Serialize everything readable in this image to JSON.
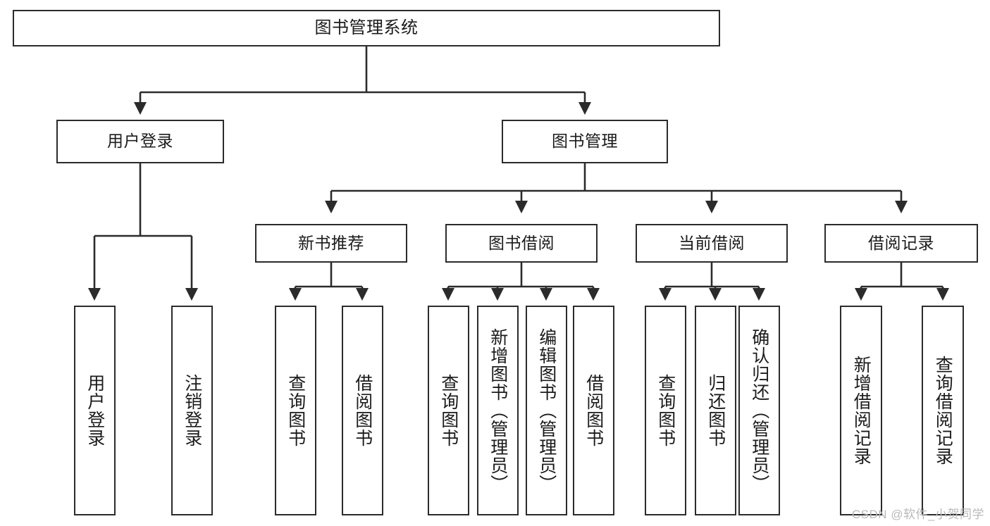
{
  "diagram": {
    "title": "图书管理系统",
    "type": "tree-hierarchy-diagram",
    "watermark": "CSDN @软件_小贺同学",
    "colors": {
      "box_border": "#2b2b2b",
      "box_fill": "#ffffff",
      "edge": "#2b2b2b",
      "text": "#1b1b1b",
      "watermark": "#b9b9b9",
      "background": "#ffffff"
    },
    "levels": {
      "level1": [
        {
          "id": "root",
          "label": "图书管理系统",
          "orientation": "horizontal"
        }
      ],
      "level2": [
        {
          "id": "user-login",
          "label": "用户登录",
          "orientation": "horizontal",
          "parent": "root"
        },
        {
          "id": "book-management",
          "label": "图书管理",
          "orientation": "horizontal",
          "parent": "root"
        }
      ],
      "level3": [
        {
          "id": "new-book-recommend",
          "label": "新书推荐",
          "orientation": "horizontal",
          "parent": "book-management"
        },
        {
          "id": "book-borrow",
          "label": "图书借阅",
          "orientation": "horizontal",
          "parent": "book-management"
        },
        {
          "id": "current-borrow",
          "label": "当前借阅",
          "orientation": "horizontal",
          "parent": "book-management"
        },
        {
          "id": "borrow-record",
          "label": "借阅记录",
          "orientation": "horizontal",
          "parent": "book-management"
        }
      ],
      "leaves": [
        {
          "id": "leaf-user-login",
          "label": "用户登录",
          "orientation": "vertical",
          "parent": "user-login"
        },
        {
          "id": "leaf-user-logout",
          "label": "注销登录",
          "orientation": "vertical",
          "parent": "user-login"
        },
        {
          "id": "leaf-query-book-1",
          "label": "查询图书",
          "orientation": "vertical",
          "parent": "new-book-recommend"
        },
        {
          "id": "leaf-borrow-book-1",
          "label": "借阅图书",
          "orientation": "vertical",
          "parent": "new-book-recommend"
        },
        {
          "id": "leaf-query-book-2",
          "label": "查询图书",
          "orientation": "vertical",
          "parent": "book-borrow"
        },
        {
          "id": "leaf-add-book",
          "label": "新增图书（管理员）",
          "orientation": "vertical",
          "parent": "book-borrow"
        },
        {
          "id": "leaf-edit-book",
          "label": "编辑图书（管理员）",
          "orientation": "vertical",
          "parent": "book-borrow"
        },
        {
          "id": "leaf-borrow-book-2",
          "label": "借阅图书",
          "orientation": "vertical",
          "parent": "book-borrow"
        },
        {
          "id": "leaf-query-book-3",
          "label": "查询图书",
          "orientation": "vertical",
          "parent": "current-borrow"
        },
        {
          "id": "leaf-return-book",
          "label": "归还图书",
          "orientation": "vertical",
          "parent": "current-borrow"
        },
        {
          "id": "leaf-confirm-return",
          "label": "确认归还（管理员）",
          "orientation": "vertical",
          "parent": "current-borrow"
        },
        {
          "id": "leaf-add-record",
          "label": "新增借阅记录",
          "orientation": "vertical",
          "parent": "borrow-record"
        },
        {
          "id": "leaf-query-record",
          "label": "查询借阅记录",
          "orientation": "vertical",
          "parent": "borrow-record"
        }
      ]
    }
  }
}
